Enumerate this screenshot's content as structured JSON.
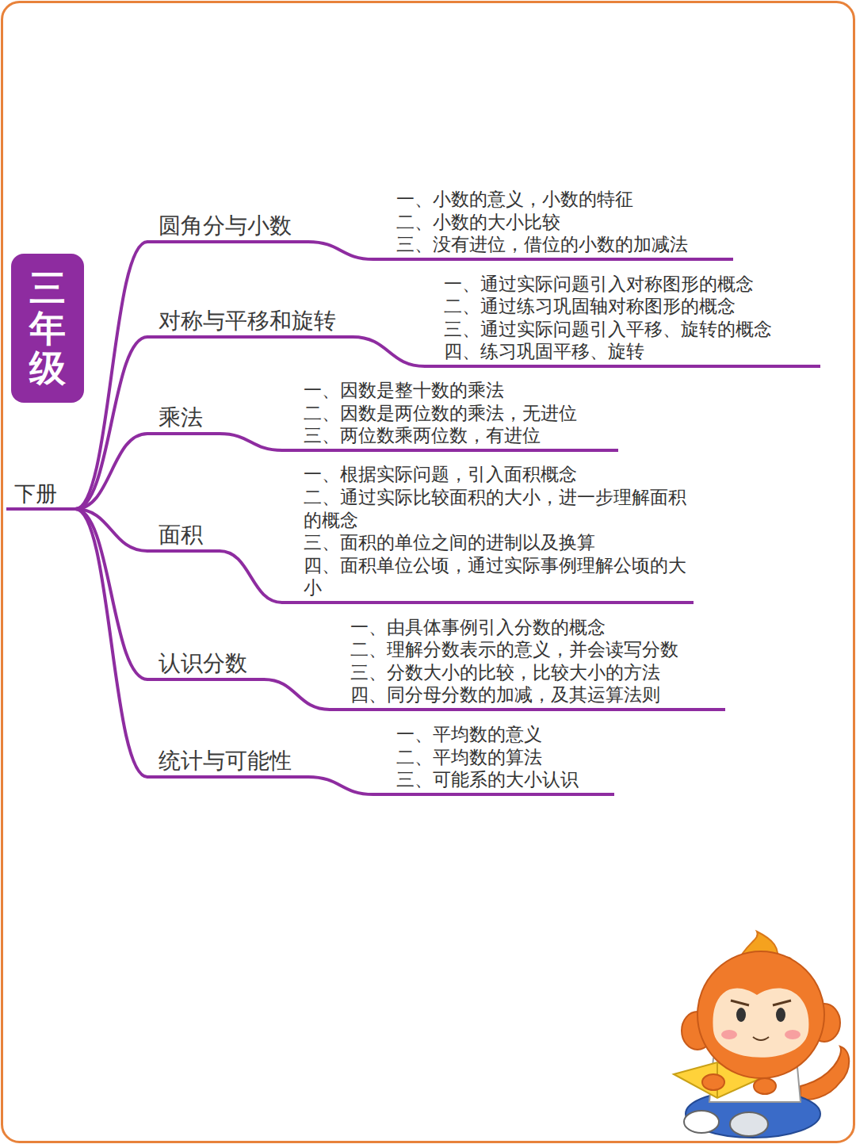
{
  "diagram": {
    "nodes": [
      {
        "text": [
          "三年级"
        ]
      },
      {
        "text": [
          "下册"
        ]
      },
      {
        "text": [
          "圆角分与小数"
        ]
      },
      {
        "text": [
          "一、小数的意义，小数的特征",
          "二、小数的大小比较",
          "三、没有进位，借位的小数的加减法"
        ]
      },
      {
        "text": [
          "对称与平移和旋转"
        ]
      },
      {
        "text": [
          "一、通过实际问题引入对称图形的概念",
          "二、通过练习巩固轴对称图形的概念",
          "三、通过实际问题引入平移、旋转的概念",
          "四、练习巩固平移、旋转"
        ]
      },
      {
        "text": [
          "乘法"
        ]
      },
      {
        "text": [
          "一、因数是整十数的乘法",
          "二、因数是两位数的乘法，无进位",
          "三、两位数乘两位数，有进位"
        ]
      },
      {
        "text": [
          "面积"
        ]
      },
      {
        "text": [
          "一、根据实际问题，引入面积概念",
          "二、通过实际比较面积的大小，进一步理解面积的概念",
          "三、面积的单位之间的进制以及换算",
          "四、面积单位公顷，通过实际事例理解公顷的大小"
        ]
      },
      {
        "text": [
          "认识分数"
        ]
      },
      {
        "text": [
          "一、由具体事例引入分数的概念",
          "二、理解分数表示的意义，并会读写分数",
          "三、分数大小的比较，比较大小的方法",
          "四、同分母分数的加减，及其运算法则"
        ]
      },
      {
        "text": [
          "统计与可能性"
        ]
      },
      {
        "text": [
          "一、平均数的意义",
          "二、平均数的算法",
          "三、可能系的大小认识"
        ]
      }
    ],
    "edges": [
      {
        "from": 1,
        "to": 2,
        "arrow": "none"
      },
      {
        "from": 2,
        "to": 3,
        "arrow": "none"
      },
      {
        "from": 1,
        "to": 4,
        "arrow": "none"
      },
      {
        "from": 4,
        "to": 5,
        "arrow": "none"
      },
      {
        "from": 1,
        "to": 6,
        "arrow": "none"
      },
      {
        "from": 6,
        "to": 7,
        "arrow": "none"
      },
      {
        "from": 1,
        "to": 8,
        "arrow": "none"
      },
      {
        "from": 8,
        "to": 9,
        "arrow": "none"
      },
      {
        "from": 1,
        "to": 10,
        "arrow": "none"
      },
      {
        "from": 10,
        "to": 11,
        "arrow": "none"
      },
      {
        "from": 1,
        "to": 12,
        "arrow": "none"
      },
      {
        "from": 12,
        "to": 13,
        "arrow": "none"
      }
    ]
  }
}
